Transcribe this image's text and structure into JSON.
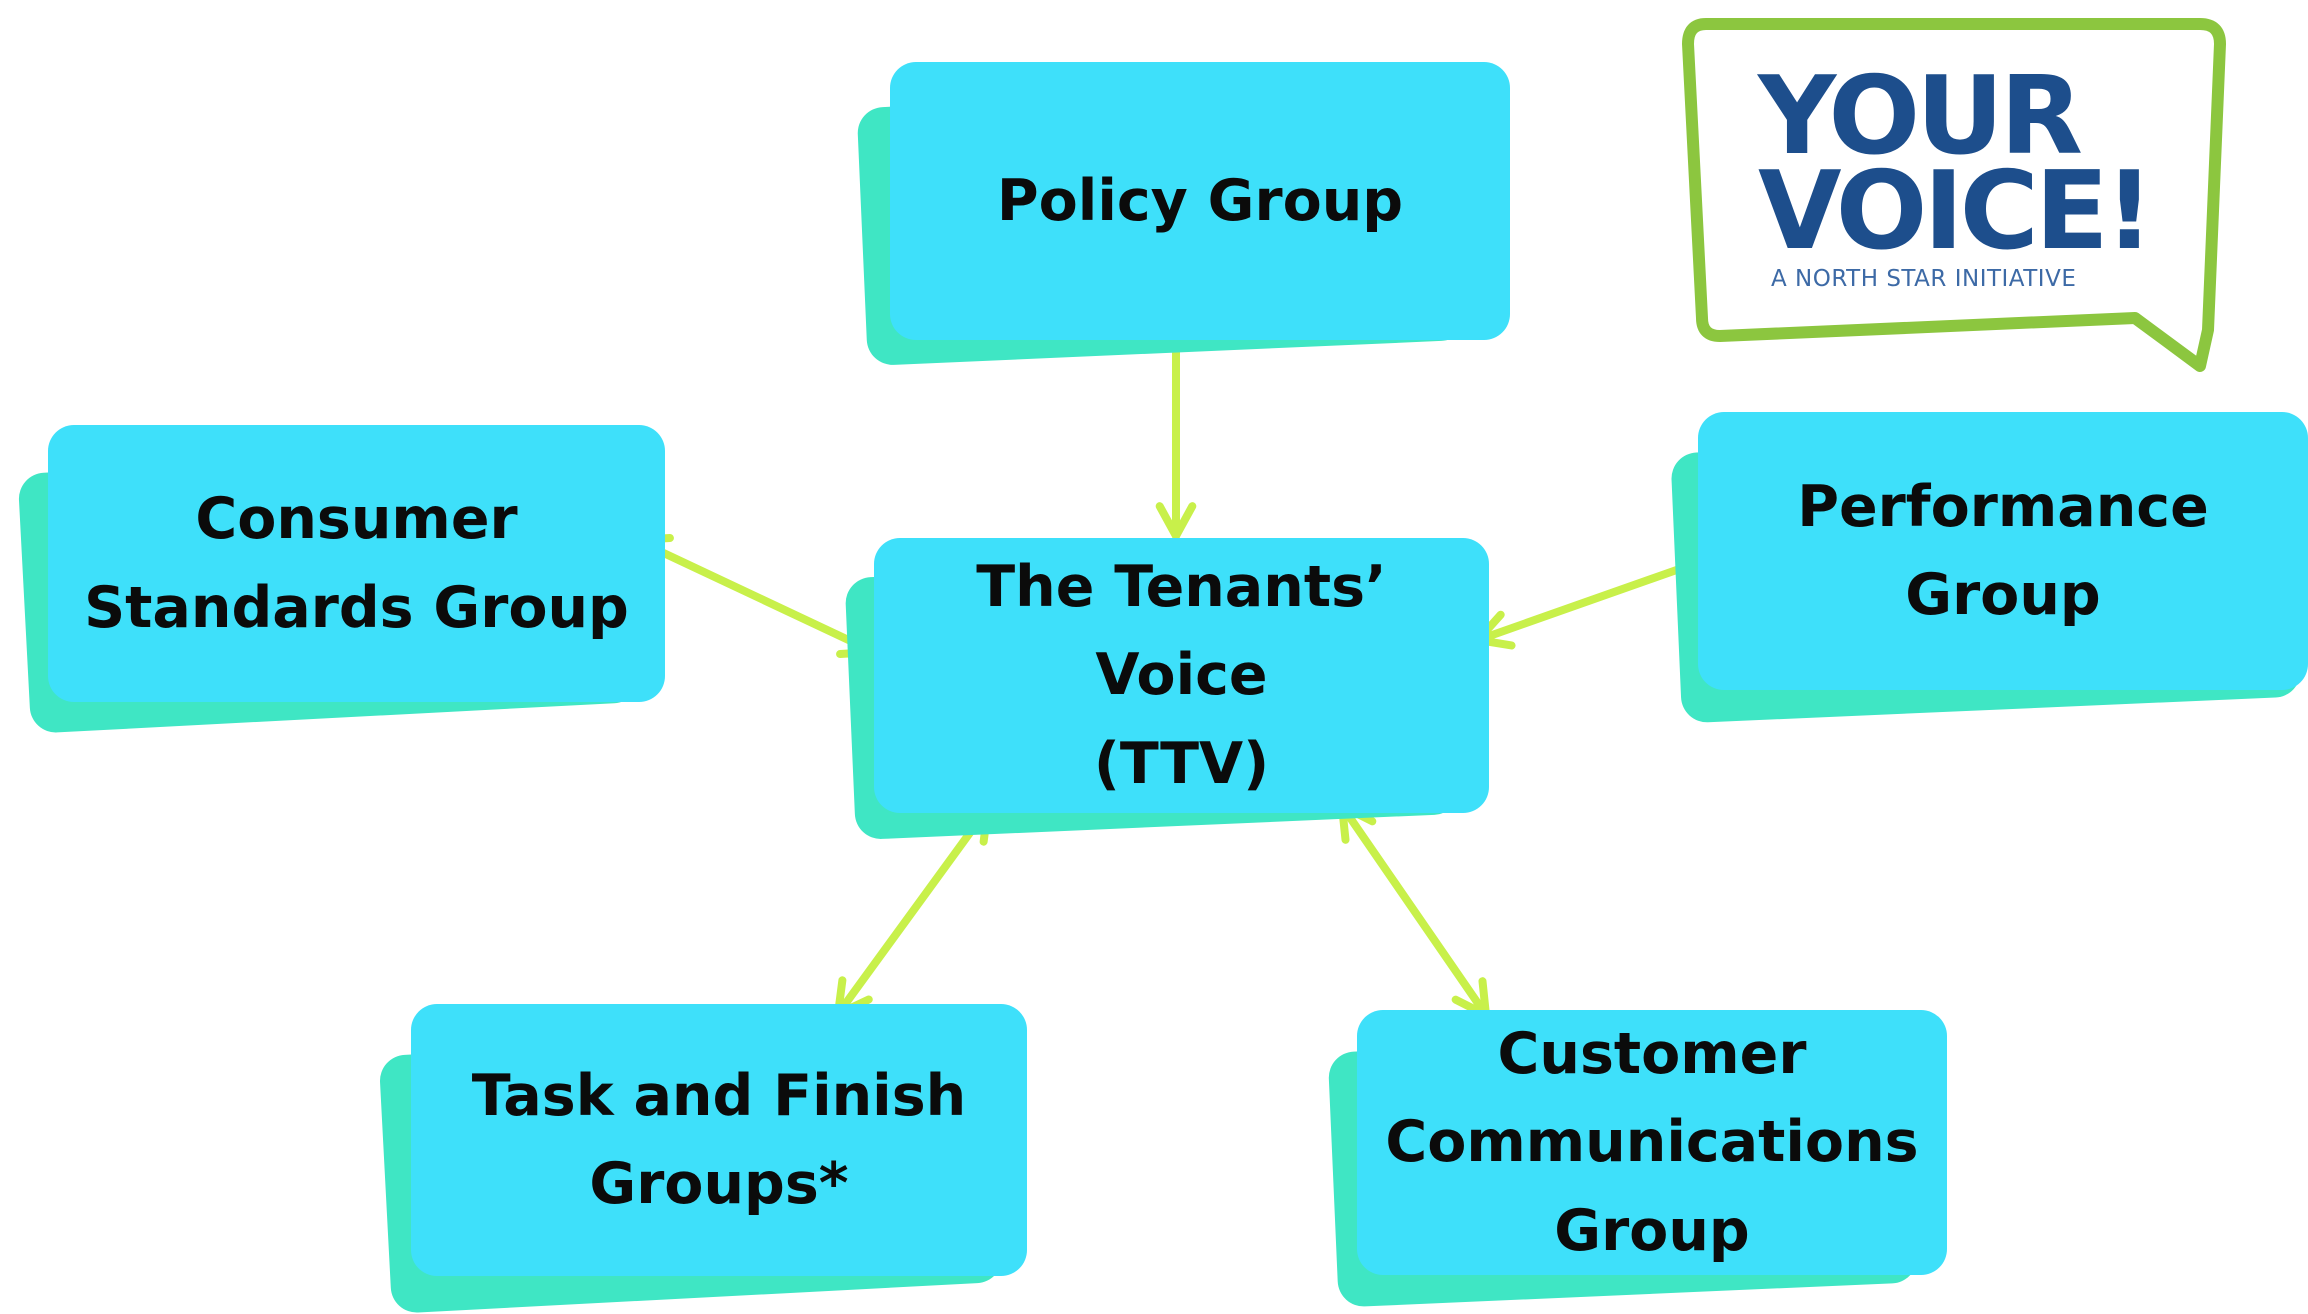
{
  "diagram": {
    "center": {
      "label": "The Tenants’\nVoice\n(TTV)"
    },
    "nodes": {
      "policy": {
        "label": "Policy Group"
      },
      "consumer": {
        "label": "Consumer\nStandards Group"
      },
      "performance": {
        "label": "Performance\nGroup"
      },
      "task": {
        "label": "Task and Finish\nGroups*"
      },
      "customer": {
        "label": "Customer\nCommunications\nGroup"
      }
    },
    "connections": [
      {
        "from": "center",
        "to": "policy",
        "type": "bidirectional"
      },
      {
        "from": "center",
        "to": "consumer",
        "type": "bidirectional"
      },
      {
        "from": "center",
        "to": "performance",
        "type": "bidirectional"
      },
      {
        "from": "center",
        "to": "task",
        "type": "bidirectional"
      },
      {
        "from": "center",
        "to": "customer",
        "type": "bidirectional"
      }
    ]
  },
  "logo": {
    "line1": "YOUR",
    "line2": "VOICE!",
    "tagline": "A NORTH STAR INITIATIVE"
  },
  "colors": {
    "box_fill": "#3ee0fa",
    "box_shadow": "#3fe6c4",
    "arrow": "#c8f04a",
    "logo_border": "#8cc63f",
    "logo_text": "#1d4e8c"
  }
}
